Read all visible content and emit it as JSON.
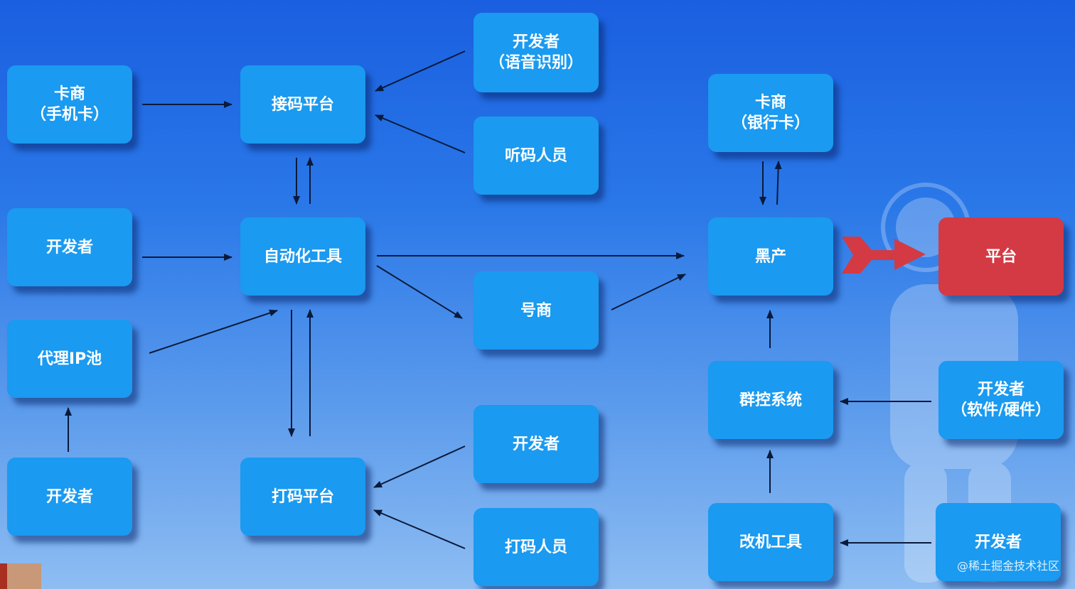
{
  "nodes": {
    "card_dealer_phone": {
      "line1": "卡商",
      "line2": "（手机卡）"
    },
    "sms_platform": {
      "line1": "接码平台"
    },
    "dev_voice": {
      "line1": "开发者",
      "line2": "（语音识别）"
    },
    "code_listener": {
      "line1": "听码人员"
    },
    "developer_left": {
      "line1": "开发者"
    },
    "automation_tool": {
      "line1": "自动化工具"
    },
    "proxy_ip_pool": {
      "line1": "代理IP池"
    },
    "account_dealer": {
      "line1": "号商"
    },
    "developer_bottom_left": {
      "line1": "开发者"
    },
    "captcha_platform": {
      "line1": "打码平台"
    },
    "developer_captcha": {
      "line1": "开发者"
    },
    "captcha_worker": {
      "line1": "打码人员"
    },
    "card_dealer_bank": {
      "line1": "卡商",
      "line2": "（银行卡）"
    },
    "black_industry": {
      "line1": "黑产"
    },
    "platform": {
      "line1": "平台"
    },
    "group_control": {
      "line1": "群控系统"
    },
    "dev_software_hardware": {
      "line1": "开发者",
      "line2": "（软件/硬件）"
    },
    "device_mod_tool": {
      "line1": "改机工具"
    },
    "developer_bottom_right": {
      "line1": "开发者"
    }
  },
  "watermark": "@稀土掘金技术社区",
  "colors": {
    "node": "#1a9af0",
    "platform": "#d43a44",
    "arrow": "#0a1a3a"
  }
}
